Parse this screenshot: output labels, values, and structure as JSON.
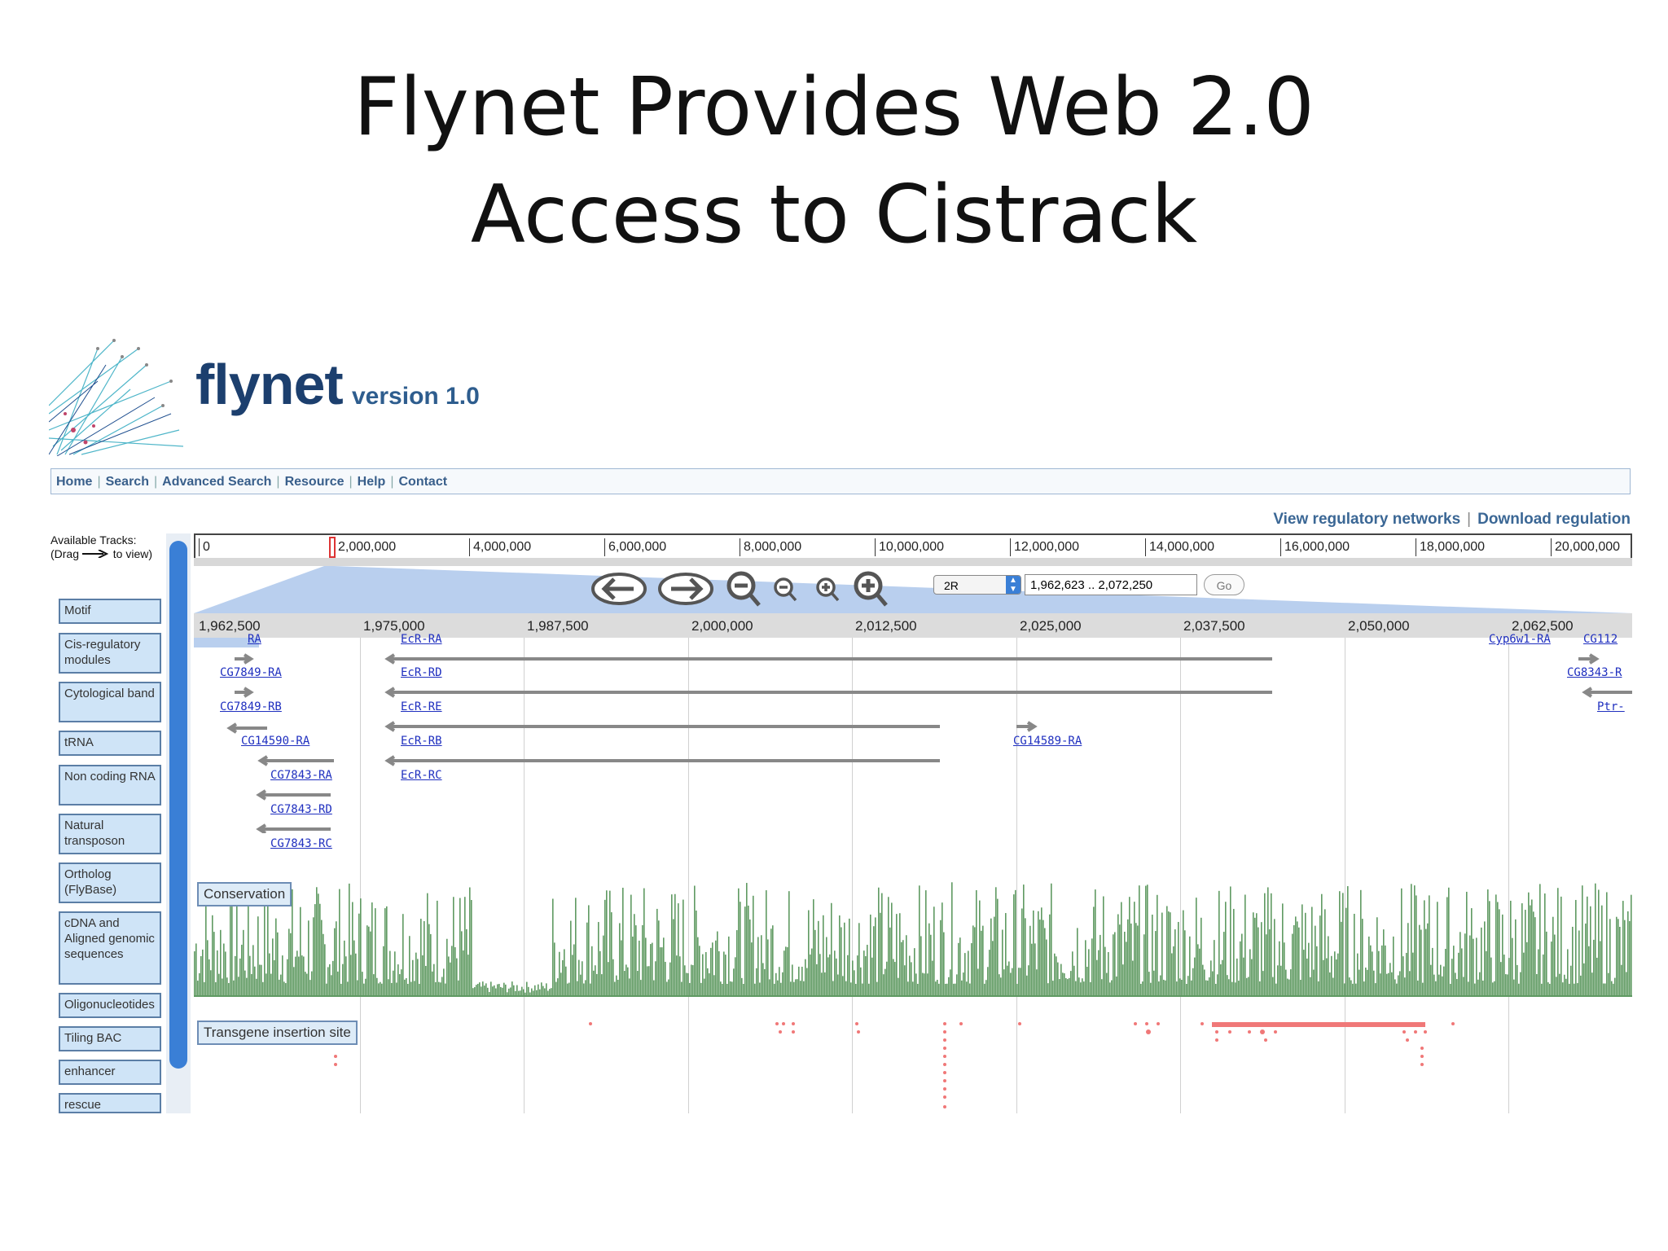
{
  "slide": {
    "title_line1": "Flynet Provides Web 2.0",
    "title_line2": "Access to Cistrack"
  },
  "brand": {
    "name": "flynet",
    "version": "version 1.0"
  },
  "nav": {
    "items": [
      "Home",
      "Search",
      "Advanced Search",
      "Resource",
      "Help",
      "Contact"
    ]
  },
  "toplinks": {
    "view": "View regulatory networks",
    "download": "Download regulation"
  },
  "sidebar": {
    "heading": "Available Tracks: (Drag",
    "heading_tail": "to view)",
    "tracks": [
      "Motif",
      "Cis-regulatory modules",
      "Cytological band",
      "tRNA",
      "Non coding RNA",
      "Natural transposon",
      "Ortholog (FlyBase)",
      "cDNA and Aligned genomic sequences",
      "Oligonucleotides",
      "Tiling BAC",
      "enhancer",
      "rescue"
    ]
  },
  "overview": {
    "ticks": [
      "0",
      "2,000,000",
      "4,000,000",
      "6,000,000",
      "8,000,000",
      "10,000,000",
      "12,000,000",
      "14,000,000",
      "16,000,000",
      "18,000,000",
      "20,000,000"
    ]
  },
  "controls": {
    "chromosome": "2R",
    "range": "1,962,623 .. 2,072,250",
    "go": "Go"
  },
  "detail": {
    "ticks": [
      "1,962,500",
      "1,975,000",
      "1,987,500",
      "2,000,000",
      "2,012,500",
      "2,025,000",
      "2,037,500",
      "2,050,000",
      "2,062,500"
    ]
  },
  "genes": {
    "g0": "RA",
    "g1": "CG7849-RA",
    "g2": "CG7849-RB",
    "g3": "CG14590-RA",
    "g4": "CG7843-RA",
    "g5": "CG7843-RD",
    "g6": "CG7843-RC",
    "g7": "EcR-RA",
    "g8": "EcR-RD",
    "g9": "EcR-RE",
    "g10": "EcR-RB",
    "g11": "EcR-RC",
    "g12": "CG14589-RA",
    "g13": "Cyp6w1-RA",
    "g14": "CG112",
    "g15": "CG8343-R",
    "g16": "Ptr-"
  },
  "tracks": {
    "conservation": "Conservation",
    "transgene": "Transgene insertion site"
  },
  "colors": {
    "conservation": "#5f9a62",
    "transgene": "#f07878",
    "accent": "#3a7fd6"
  }
}
